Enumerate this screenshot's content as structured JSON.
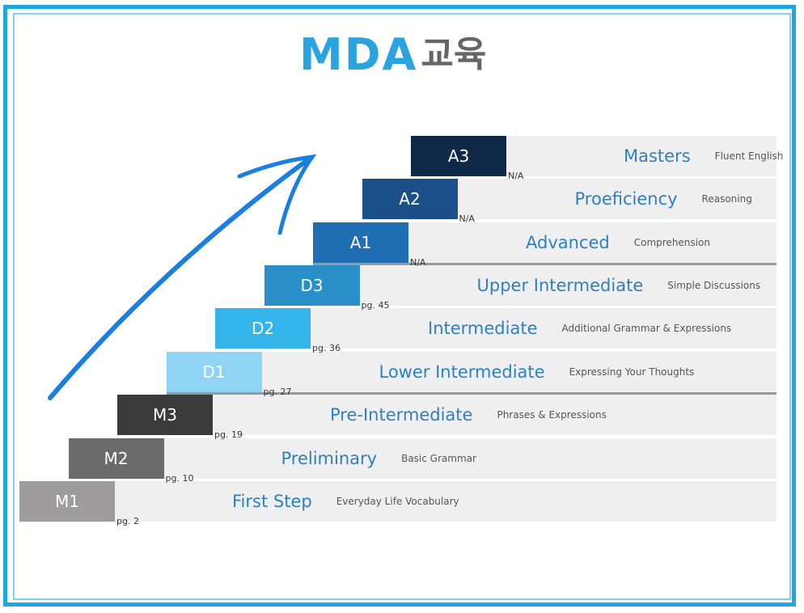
{
  "logo": {
    "letters": "MDA",
    "korean": "교육"
  },
  "levels": [
    {
      "code": "M1",
      "page": "pg. 2",
      "title": "First Step",
      "subtitle": "Everyday Life Vocabulary",
      "color": "#9e9c9c"
    },
    {
      "code": "M2",
      "page": "pg. 10",
      "title": "Preliminary",
      "subtitle": "Basic Grammar",
      "color": "#6b6b6b"
    },
    {
      "code": "M3",
      "page": "pg. 19",
      "title": "Pre-Intermediate",
      "subtitle": "Phrases & Expressions",
      "color": "#3b3b3b"
    },
    {
      "code": "D1",
      "page": "pg. 27",
      "title": "Lower Intermediate",
      "subtitle": "Expressing Your Thoughts",
      "color": "#8fd3f5"
    },
    {
      "code": "D2",
      "page": "pg. 36",
      "title": "Intermediate",
      "subtitle": "Additional Grammar & Expressions",
      "color": "#33b5ec"
    },
    {
      "code": "D3",
      "page": "pg. 45",
      "title": "Upper Intermediate",
      "subtitle": "Simple Discussions",
      "color": "#2a8fc9"
    },
    {
      "code": "A1",
      "page": "N/A",
      "title": "Advanced",
      "subtitle": "Comprehension",
      "color": "#1f6db3"
    },
    {
      "code": "A2",
      "page": "N/A",
      "title": "Proeficiency",
      "subtitle": "Reasoning",
      "color": "#1b4f8a"
    },
    {
      "code": "A3",
      "page": "N/A",
      "title": "Masters",
      "subtitle": "Fluent English",
      "color": "#0f2a48"
    }
  ]
}
